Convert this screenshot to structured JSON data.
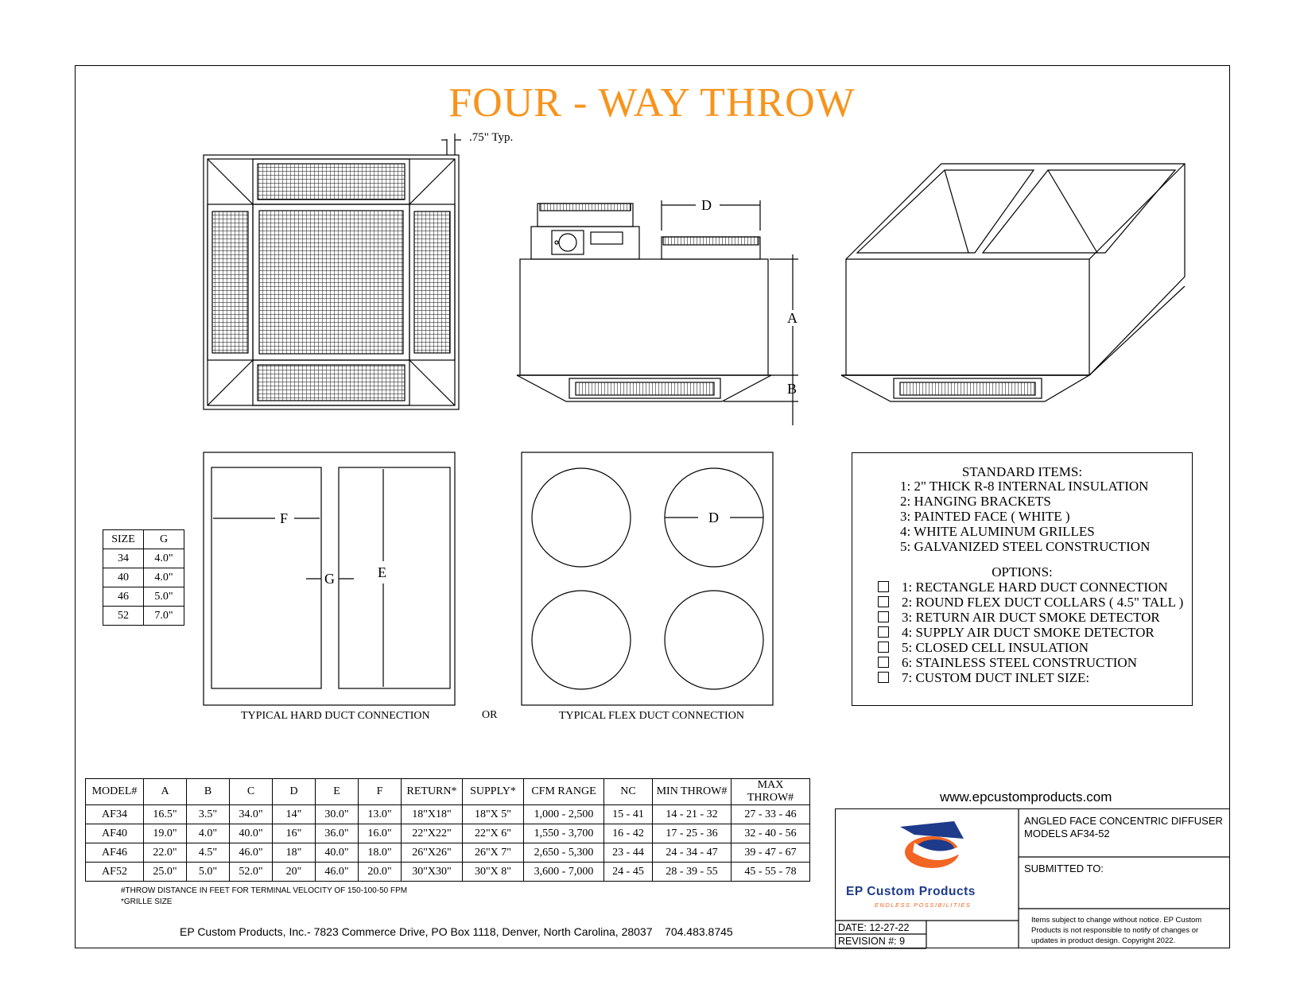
{
  "title": "FOUR - WAY THROW",
  "colors": {
    "title": "#f7941d",
    "logo_blue": "#1e3a8a",
    "logo_orange": "#f26522"
  },
  "dim_labels": {
    "typ": ".75\" Typ.",
    "a": "A",
    "b": "B",
    "d_top": "D",
    "d_flex": "D",
    "e": "E",
    "f": "F",
    "g": "G"
  },
  "connections": {
    "hard": "TYPICAL HARD DUCT CONNECTION",
    "or": "OR",
    "flex": "TYPICAL FLEX DUCT CONNECTION"
  },
  "size_table": {
    "headers": [
      "SIZE",
      "G"
    ],
    "rows": [
      [
        "34",
        "4.0\""
      ],
      [
        "40",
        "4.0\""
      ],
      [
        "46",
        "5.0\""
      ],
      [
        "52",
        "7.0\""
      ]
    ]
  },
  "standard": {
    "heading": "STANDARD ITEMS:",
    "items": [
      "1: 2\" THICK R-8 INTERNAL INSULATION",
      "2: HANGING BRACKETS",
      "3: PAINTED FACE ( WHITE )",
      "4: WHITE ALUMINUM GRILLES",
      "5: GALVANIZED STEEL CONSTRUCTION"
    ],
    "options_heading": "OPTIONS:",
    "options": [
      "1: RECTANGLE HARD DUCT CONNECTION",
      "2: ROUND FLEX DUCT COLLARS ( 4.5\" TALL )",
      "3: RETURN AIR DUCT SMOKE DETECTOR",
      "4: SUPPLY AIR DUCT SMOKE DETECTOR",
      "5: CLOSED CELL INSULATION",
      "6: STAINLESS STEEL CONSTRUCTION",
      "7: CUSTOM DUCT INLET SIZE:"
    ]
  },
  "model_table": {
    "headers": [
      "MODEL#",
      "A",
      "B",
      "C",
      "D",
      "E",
      "F",
      "RETURN*",
      "SUPPLY*",
      "CFM RANGE",
      "NC",
      "MIN THROW#",
      "MAX THROW#"
    ],
    "rows": [
      [
        "AF34",
        "16.5\"",
        "3.5\"",
        "34.0\"",
        "14\"",
        "30.0\"",
        "13.0\"",
        "18\"X18\"",
        "18\"X 5\"",
        "1,000 - 2,500",
        "15 - 41",
        "14 - 21 - 32",
        "27 - 33 - 46"
      ],
      [
        "AF40",
        "19.0\"",
        "4.0\"",
        "40.0\"",
        "16\"",
        "36.0\"",
        "16.0\"",
        "22\"X22\"",
        "22\"X 6\"",
        "1,550 - 3,700",
        "16 - 42",
        "17 - 25 - 36",
        "32 - 40 - 56"
      ],
      [
        "AF46",
        "22.0\"",
        "4.5\"",
        "46.0\"",
        "18\"",
        "40.0\"",
        "18.0\"",
        "26\"X26\"",
        "26\"X 7\"",
        "2,650 - 5,300",
        "23 - 44",
        "24 - 34 - 47",
        "39 - 47 - 67"
      ],
      [
        "AF52",
        "25.0\"",
        "5.0\"",
        "52.0\"",
        "20\"",
        "46.0\"",
        "20.0\"",
        "30\"X30\"",
        "30\"X 8\"",
        "3,600 - 7,000",
        "24 - 45",
        "28 - 39 - 55",
        "45 - 55 - 78"
      ]
    ]
  },
  "notes": [
    "#THROW DISTANCE IN FEET FOR TERMINAL VELOCITY OF 150-100-50 FPM",
    "*GRILLE SIZE"
  ],
  "footer": "EP Custom Products, Inc.- 7823 Commerce Drive, PO Box 1118, Denver, North Carolina, 28037    704.483.8745",
  "website": "www.epcustomproducts.com",
  "title_block": {
    "description_line1": "ANGLED FACE CONCENTRIC DIFFUSER",
    "description_line2": "MODELS  AF34-52",
    "submitted_to": "SUBMITTED TO:",
    "date": "DATE: 12-27-22",
    "revision": "REVISION #:  9",
    "disclaimer": "Items subject to change without notice. EP Custom Products is not responsible to notify of changes or updates in product design.          Copyright 2022."
  },
  "logo": {
    "name": "EP Custom Products",
    "tagline": "ENDLESS POSSIBILITIES"
  }
}
